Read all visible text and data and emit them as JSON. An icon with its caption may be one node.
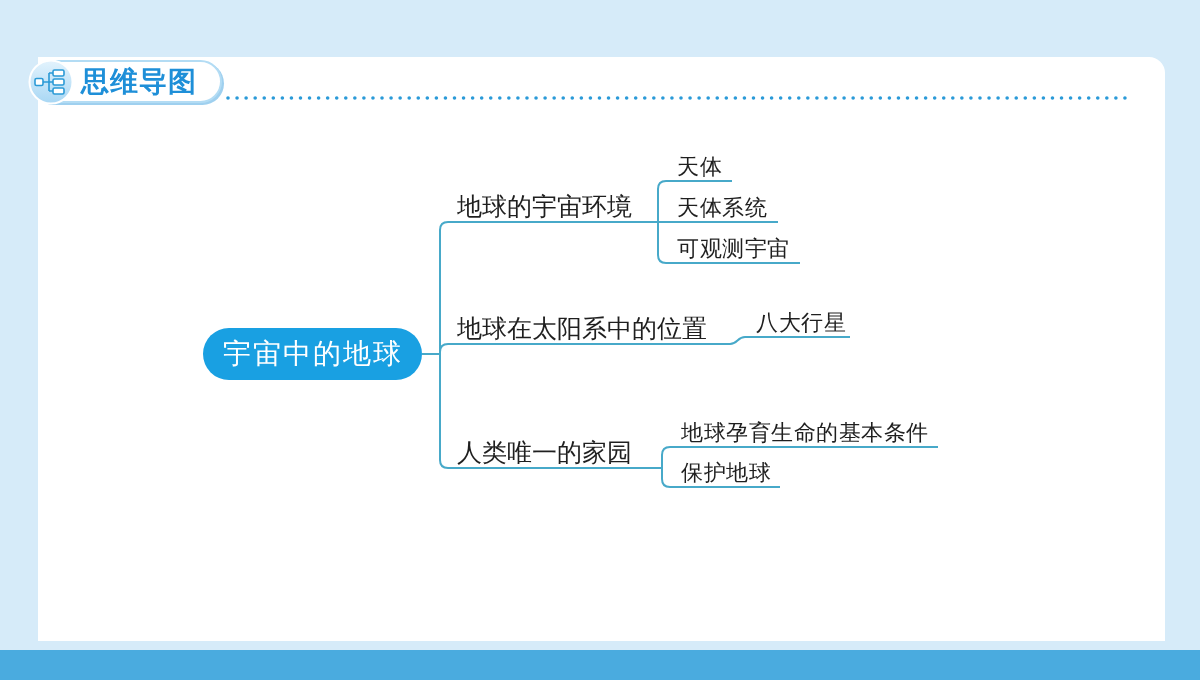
{
  "diagram": {
    "title": "思维导图",
    "nodes": [
      {
        "text": [
          "宇宙中的地球"
        ]
      },
      {
        "text": [
          "地球的宇宙环境"
        ]
      },
      {
        "text": [
          "天体"
        ]
      },
      {
        "text": [
          "天体系统"
        ]
      },
      {
        "text": [
          "可观测宇宙"
        ]
      },
      {
        "text": [
          "地球在太阳系中的位置"
        ]
      },
      {
        "text": [
          "八大行星"
        ]
      },
      {
        "text": [
          "人类唯一的家园"
        ]
      },
      {
        "text": [
          "地球孕育生命的基本条件"
        ]
      },
      {
        "text": [
          "保护地球"
        ]
      }
    ],
    "edges": [
      {
        "from": 0,
        "to": 1,
        "arrow": "none"
      },
      {
        "from": 0,
        "to": 5,
        "arrow": "none"
      },
      {
        "from": 0,
        "to": 7,
        "arrow": "none"
      },
      {
        "from": 1,
        "to": 2,
        "arrow": "none"
      },
      {
        "from": 1,
        "to": 3,
        "arrow": "none"
      },
      {
        "from": 1,
        "to": 4,
        "arrow": "none"
      },
      {
        "from": 5,
        "to": 6,
        "arrow": "none"
      },
      {
        "from": 7,
        "to": 8,
        "arrow": "none"
      },
      {
        "from": 7,
        "to": 9,
        "arrow": "none"
      }
    ]
  }
}
